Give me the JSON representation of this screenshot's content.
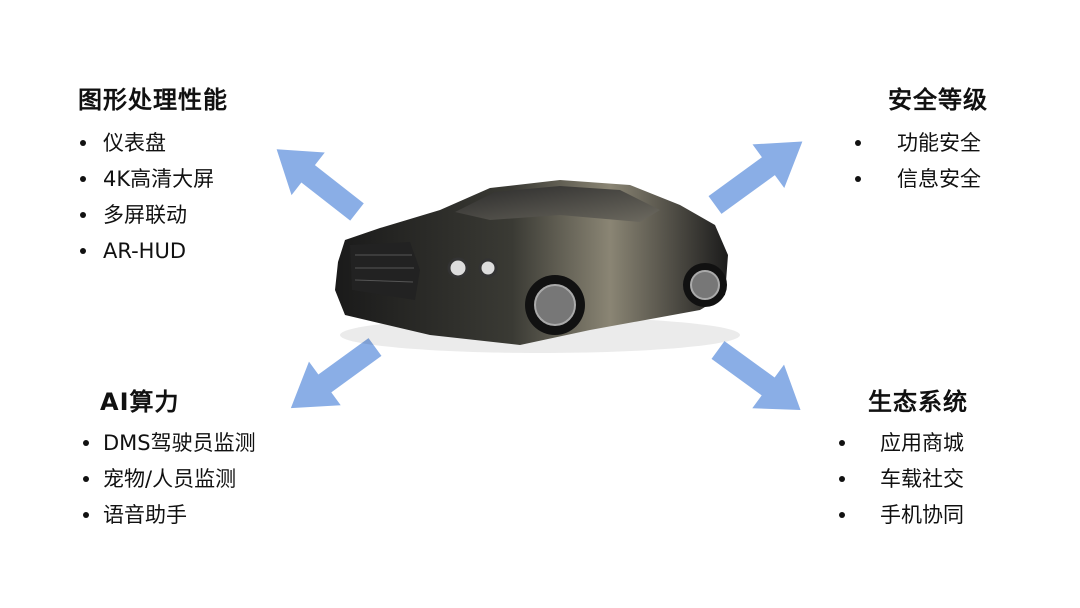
{
  "arrow_color": "#8AAEE6",
  "sections": {
    "graphics": {
      "title": "图形处理性能",
      "items": [
        "仪表盘",
        "4K高清大屏",
        "多屏联动",
        "AR-HUD"
      ]
    },
    "safety": {
      "title": "安全等级",
      "items": [
        "功能安全",
        "信息安全"
      ]
    },
    "ai": {
      "title": "AI算力",
      "items": [
        "DMS驾驶员监测",
        "宠物/人员监测",
        "语音助手"
      ]
    },
    "ecosystem": {
      "title": "生态系统",
      "items": [
        "应用商城",
        "车载社交",
        "手机协同"
      ]
    }
  }
}
